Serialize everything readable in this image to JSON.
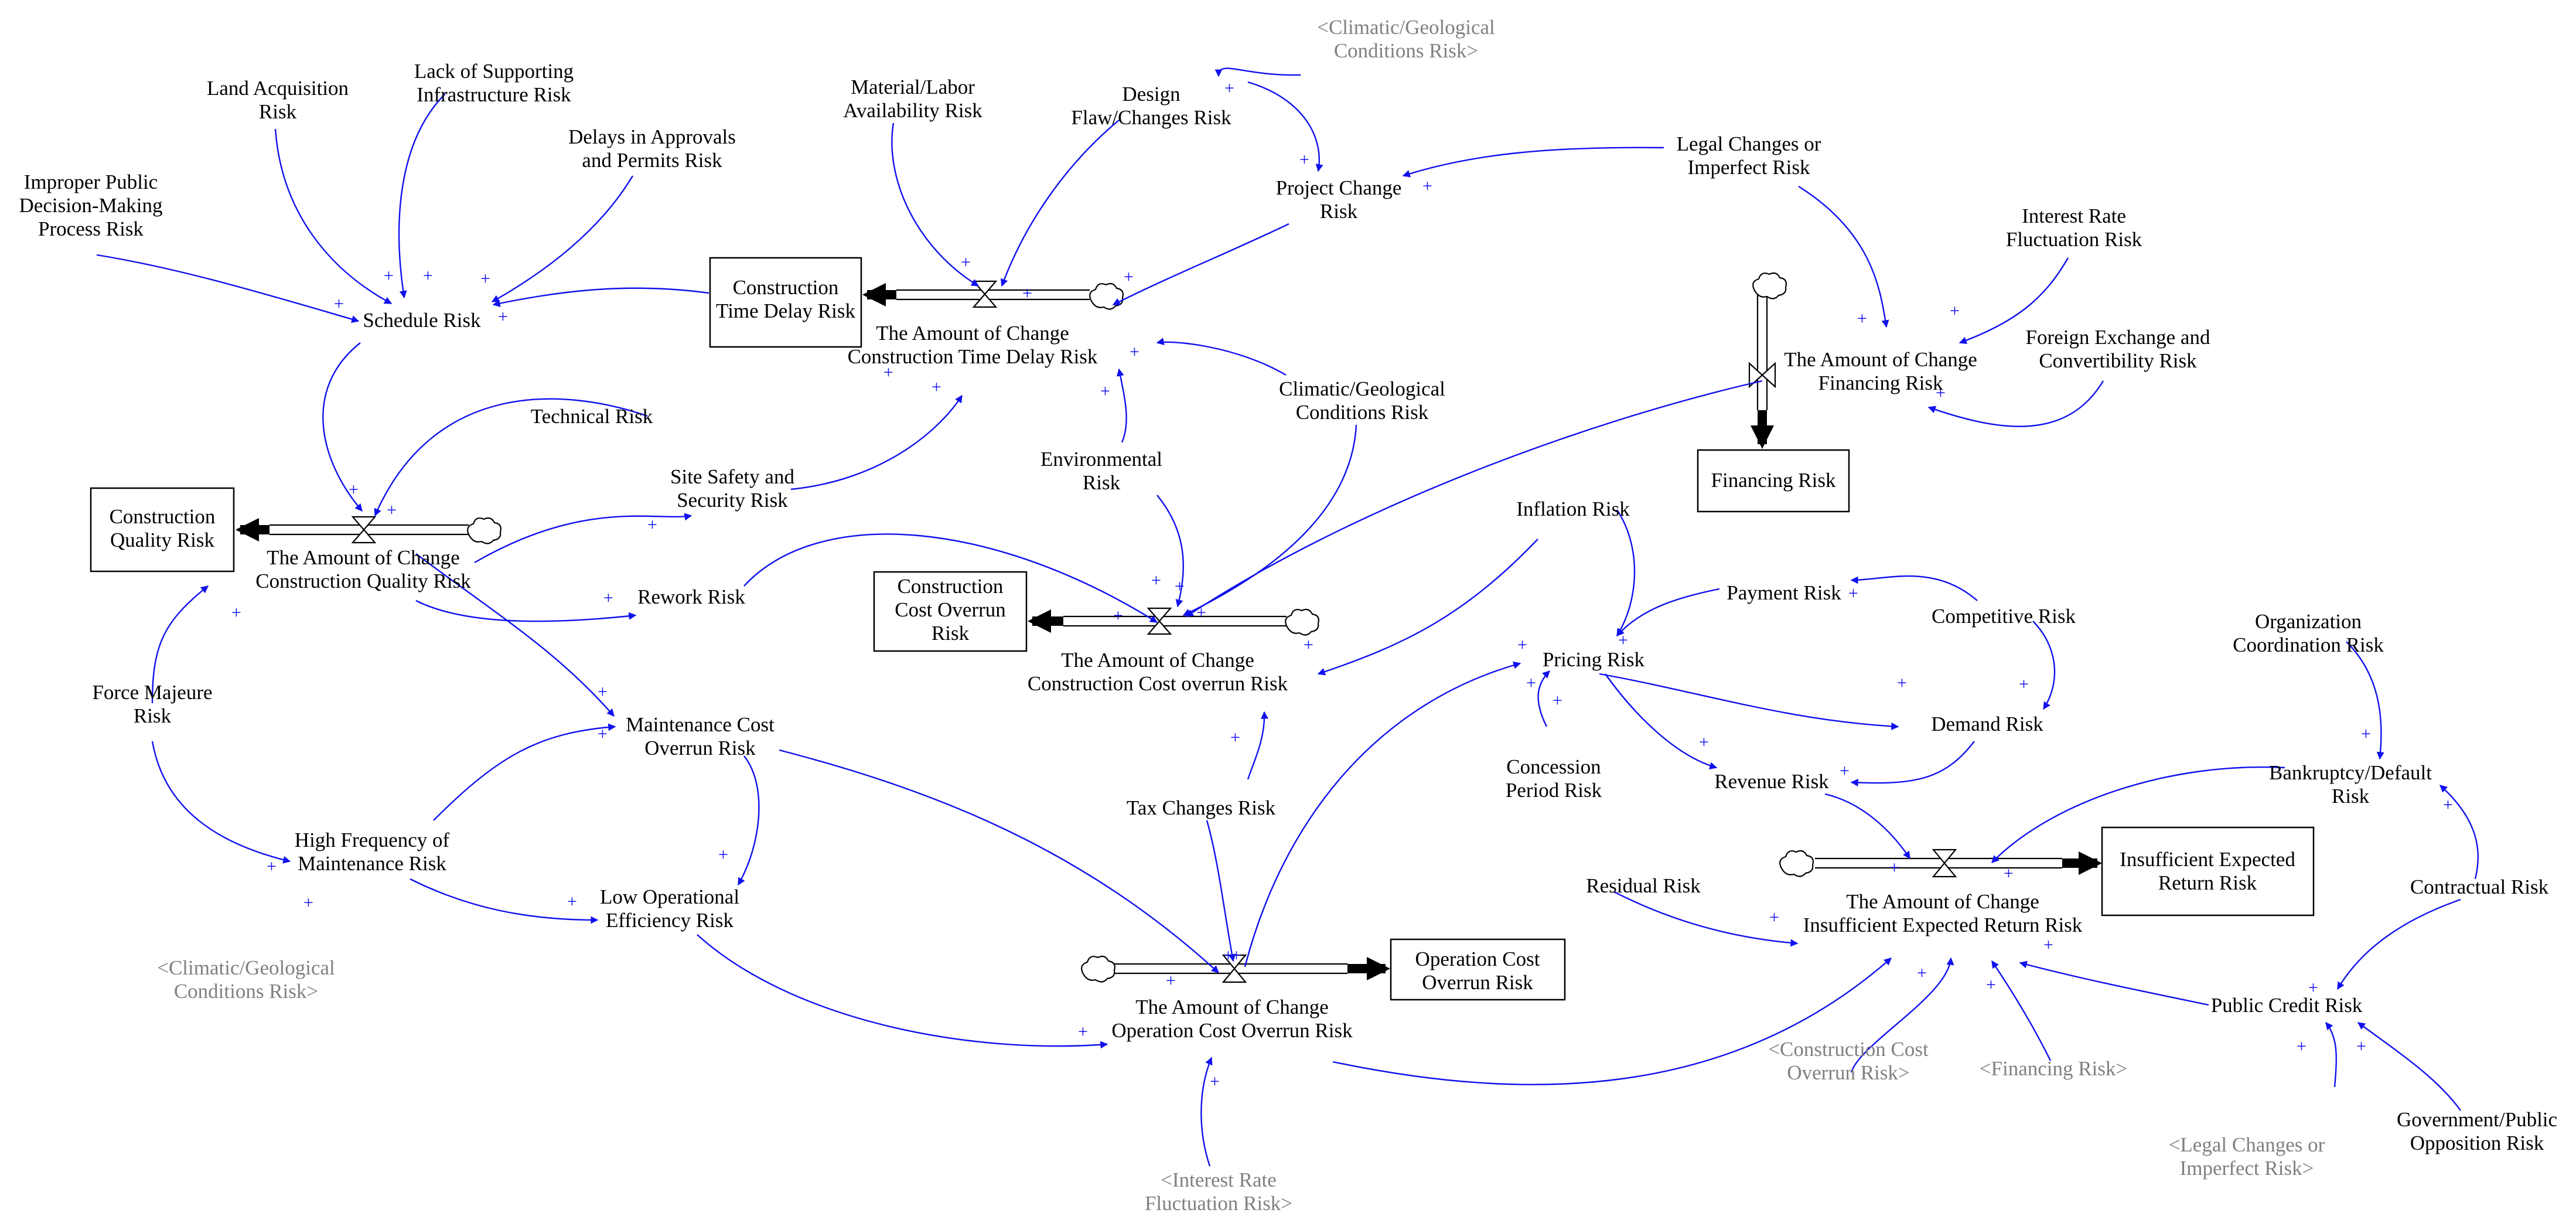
{
  "stocks": {
    "construction_time_delay": [
      "Construction",
      "Time Delay Risk"
    ],
    "construction_quality": [
      "Construction",
      "Quality Risk"
    ],
    "construction_cost_overrun": [
      "Construction",
      "Cost Overrun",
      "Risk"
    ],
    "financing": [
      "Financing Risk"
    ],
    "operation_cost_overrun": [
      "Operation Cost",
      "Overrun Risk"
    ],
    "insufficient_return": [
      "Insufficient Expected",
      "Return Risk"
    ]
  },
  "flows": {
    "time_delay": [
      "The Amount of Change",
      "Construction Time Delay Risk"
    ],
    "quality": [
      "The Amount of Change",
      "Construction Quality Risk"
    ],
    "cost_overrun": [
      "The Amount of Change",
      "Construction Cost overrun Risk"
    ],
    "financing": [
      "The Amount of Change",
      "Financing Risk"
    ],
    "operation_cost": [
      "The Amount of Change",
      "Operation Cost Overrun Risk"
    ],
    "insufficient_return": [
      "The Amount of Change",
      "Insufficient Expected Return Risk"
    ]
  },
  "variables": {
    "land_acquisition": [
      "Land Acquisition",
      "Risk"
    ],
    "lack_infrastructure": [
      "Lack of Supporting",
      "Infrastructure Risk"
    ],
    "delays_approvals": [
      "Delays in Approvals",
      "and Permits Risk"
    ],
    "improper_decision": [
      "Improper Public",
      "Decision-Making",
      "Process Risk"
    ],
    "schedule": [
      "Schedule Risk"
    ],
    "material_labor": [
      "Material/Labor",
      "Availability Risk"
    ],
    "design_flaw": [
      "Design",
      "Flaw/Changes Risk"
    ],
    "project_change": [
      "Project Change",
      "Risk"
    ],
    "legal_changes": [
      "Legal Changes or",
      "Imperfect Risk"
    ],
    "interest_rate": [
      "Interest Rate",
      "Fluctuation Risk"
    ],
    "foreign_exchange": [
      "Foreign Exchange and",
      "Convertibility Risk"
    ],
    "technical": [
      "Technical Risk"
    ],
    "site_safety": [
      "Site Safety and",
      "Security Risk"
    ],
    "environmental": [
      "Environmental",
      "Risk"
    ],
    "climatic": [
      "Climatic/Geological",
      "Conditions Risk"
    ],
    "rework": [
      "Rework Risk"
    ],
    "inflation": [
      "Inflation Risk"
    ],
    "payment": [
      "Payment Risk"
    ],
    "competitive": [
      "Competitive Risk"
    ],
    "pricing": [
      "Pricing Risk"
    ],
    "demand": [
      "Demand Risk"
    ],
    "concession_period": [
      "Concession",
      "Period Risk"
    ],
    "revenue": [
      "Revenue Risk"
    ],
    "organization_coordination": [
      "Organization",
      "Coordination Risk"
    ],
    "bankruptcy_default": [
      "Bankruptcy/Default",
      "Risk"
    ],
    "contractual": [
      "Contractual Risk"
    ],
    "residual": [
      "Residual Risk"
    ],
    "public_credit": [
      "Public Credit Risk"
    ],
    "government_opposition": [
      "Government/Public",
      "Opposition Risk"
    ],
    "force_majeure": [
      "Force Majeure",
      "Risk"
    ],
    "maintenance_cost": [
      "Maintenance Cost",
      "Overrun Risk"
    ],
    "high_frequency": [
      "High Frequency of",
      "Maintenance Risk"
    ],
    "low_operational": [
      "Low Operational",
      "Efficiency Risk"
    ],
    "tax_changes": [
      "Tax Changes Risk"
    ]
  },
  "shadows": {
    "climatic_top": [
      "<Climatic/Geological",
      "Conditions Risk>"
    ],
    "climatic_bottom": [
      "<Climatic/Geological",
      "Conditions Risk>"
    ],
    "construction_cost": [
      "<Construction Cost",
      "Overrun Risk>"
    ],
    "financing": [
      "<Financing Risk>"
    ],
    "legal_changes": [
      "<Legal Changes or",
      "Imperfect Risk>"
    ],
    "interest_rate": [
      "<Interest Rate",
      "Fluctuation Risk>"
    ]
  },
  "polarity": "+",
  "colors": {
    "links": "#1010ee",
    "shadow_text": "#808080",
    "stock_border": "#000000"
  }
}
